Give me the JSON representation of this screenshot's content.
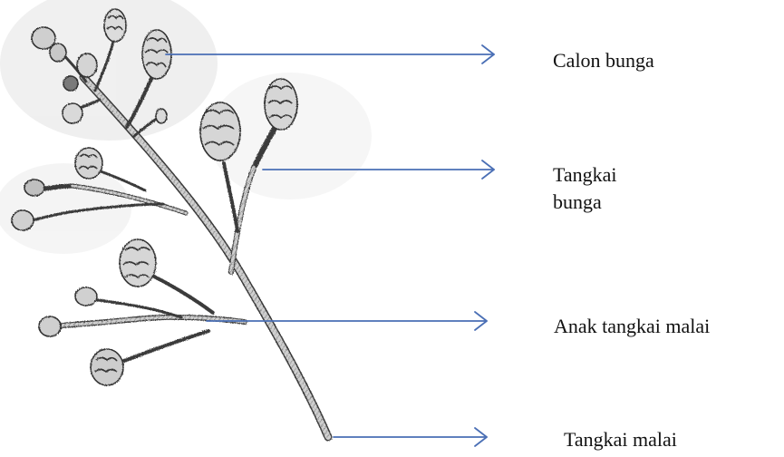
{
  "labels": {
    "calon_bunga": "Calon bunga",
    "tangkai_bunga_line1": "Tangkai",
    "tangkai_bunga_line2": "bunga",
    "anak_tangkai_malai": "Anak tangkai malai",
    "tangkai_malai": "Tangkai malai"
  },
  "colors": {
    "arrow": "#4a6fb5",
    "sketch": "#3a3a3a",
    "bud_fill": "#d8d8d8",
    "shade": "#e6e6e6"
  }
}
